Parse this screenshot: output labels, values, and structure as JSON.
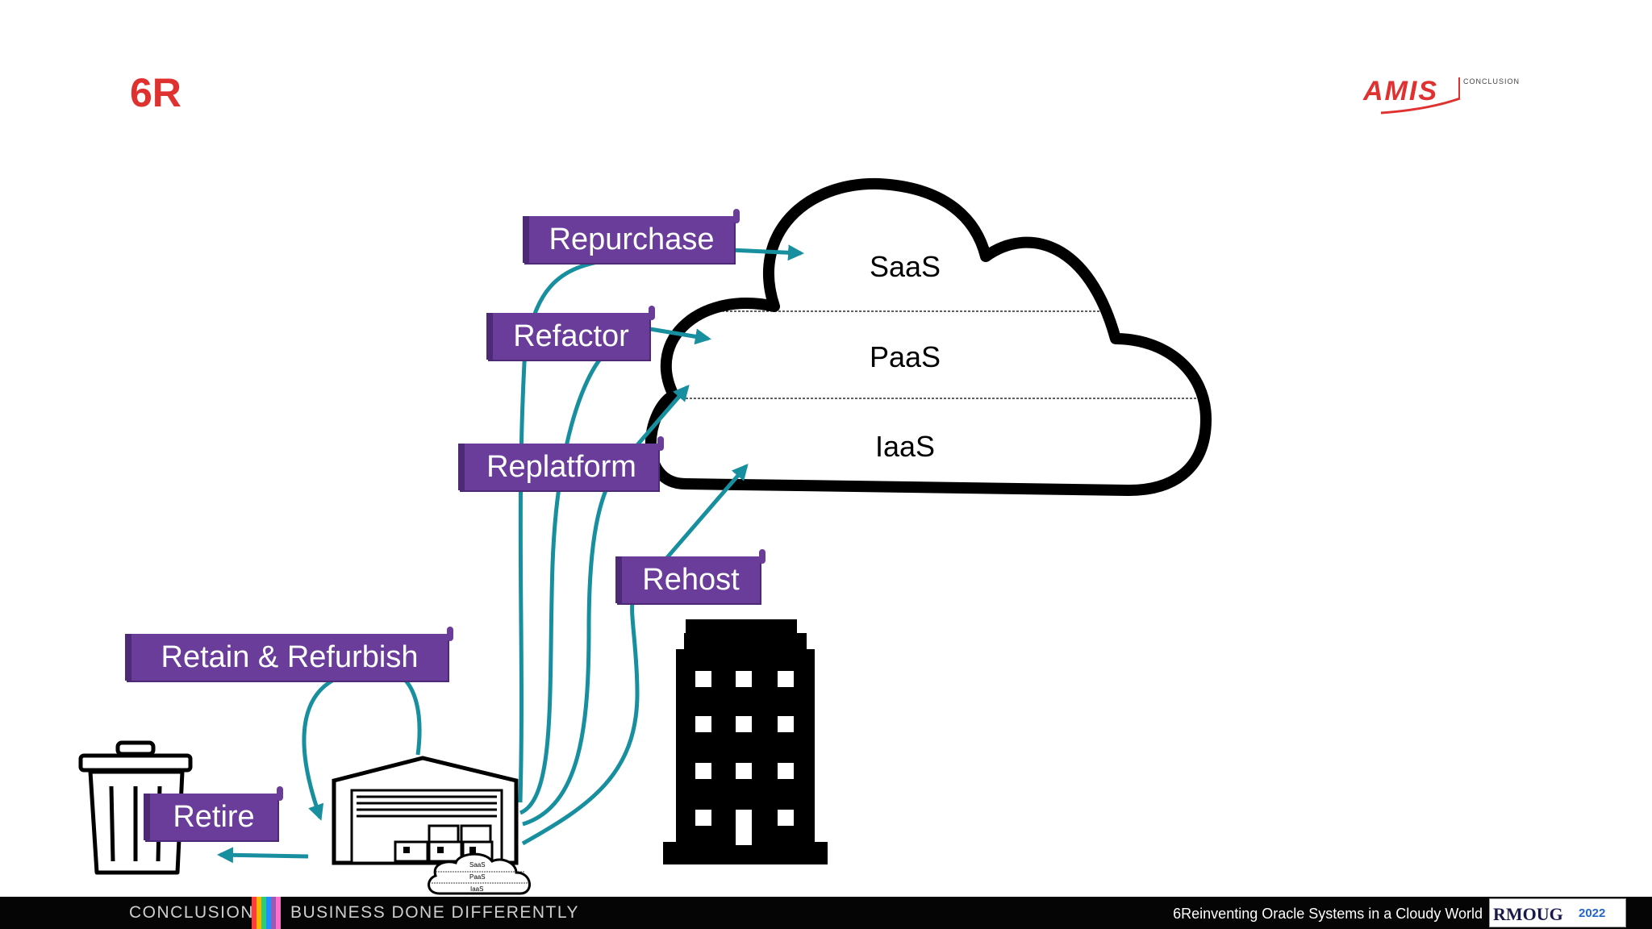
{
  "slide": {
    "title": "6R",
    "logo": {
      "name": "AMIS",
      "tagline": "CONCLUSION"
    }
  },
  "cloud": {
    "layers": [
      "SaaS",
      "PaaS",
      "IaaS"
    ],
    "mini_layers": [
      "SaaS",
      "PaaS",
      "IaaS"
    ]
  },
  "strategies": {
    "repurchase": "Repurchase",
    "refactor": "Refactor",
    "replatform": "Replatform",
    "rehost": "Rehost",
    "retain": "Retain & Refurbish",
    "retire": "Retire"
  },
  "colors": {
    "title": "#e03131",
    "banner": "#6a3d9a",
    "arrow": "#178f9f",
    "footer_bg": "#050505"
  },
  "icons": [
    "trash-can-icon",
    "warehouse-icon",
    "office-building-icon",
    "cloud-icon"
  ],
  "footer": {
    "left": "CONCLUSION",
    "middle": "BUSINESS DONE DIFFERENTLY",
    "right": "6Reinventing Oracle Systems in a Cloudy World",
    "badge": "RMOUG",
    "badge_year": "2022"
  }
}
